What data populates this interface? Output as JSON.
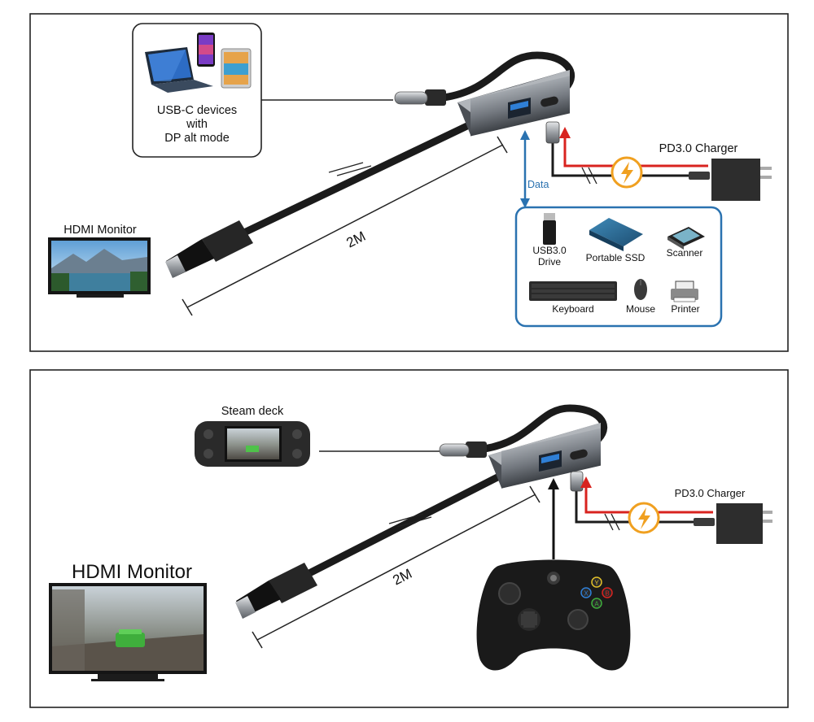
{
  "panel1": {
    "devices_label": [
      "USB-C devices",
      "with",
      "DP alt mode"
    ],
    "monitor_label": "HDMI Monitor",
    "length_label": "2M",
    "charger_label": "PD3.0 Charger",
    "data_label": "Data",
    "peripherals": {
      "usb_drive": [
        "USB3.0",
        "Drive"
      ],
      "ssd": "Portable SSD",
      "scanner": "Scanner",
      "keyboard": "Keyboard",
      "mouse": "Mouse",
      "printer": "Printer"
    }
  },
  "panel2": {
    "deck_label": "Steam deck",
    "monitor_label": "HDMI Monitor",
    "length_label": "2M",
    "charger_label": "PD3.0 Charger",
    "gamepad_label": "Gamepad",
    "gamepad_buttons": {
      "y": "Y",
      "x": "X",
      "b": "B",
      "a": "A"
    }
  },
  "colors": {
    "data_blue": "#2a72b0",
    "power_red": "#d8231f",
    "lightning_orange": "#f0a020",
    "hub_gray": "#7b8087",
    "cable_black": "#1b1b1b"
  }
}
